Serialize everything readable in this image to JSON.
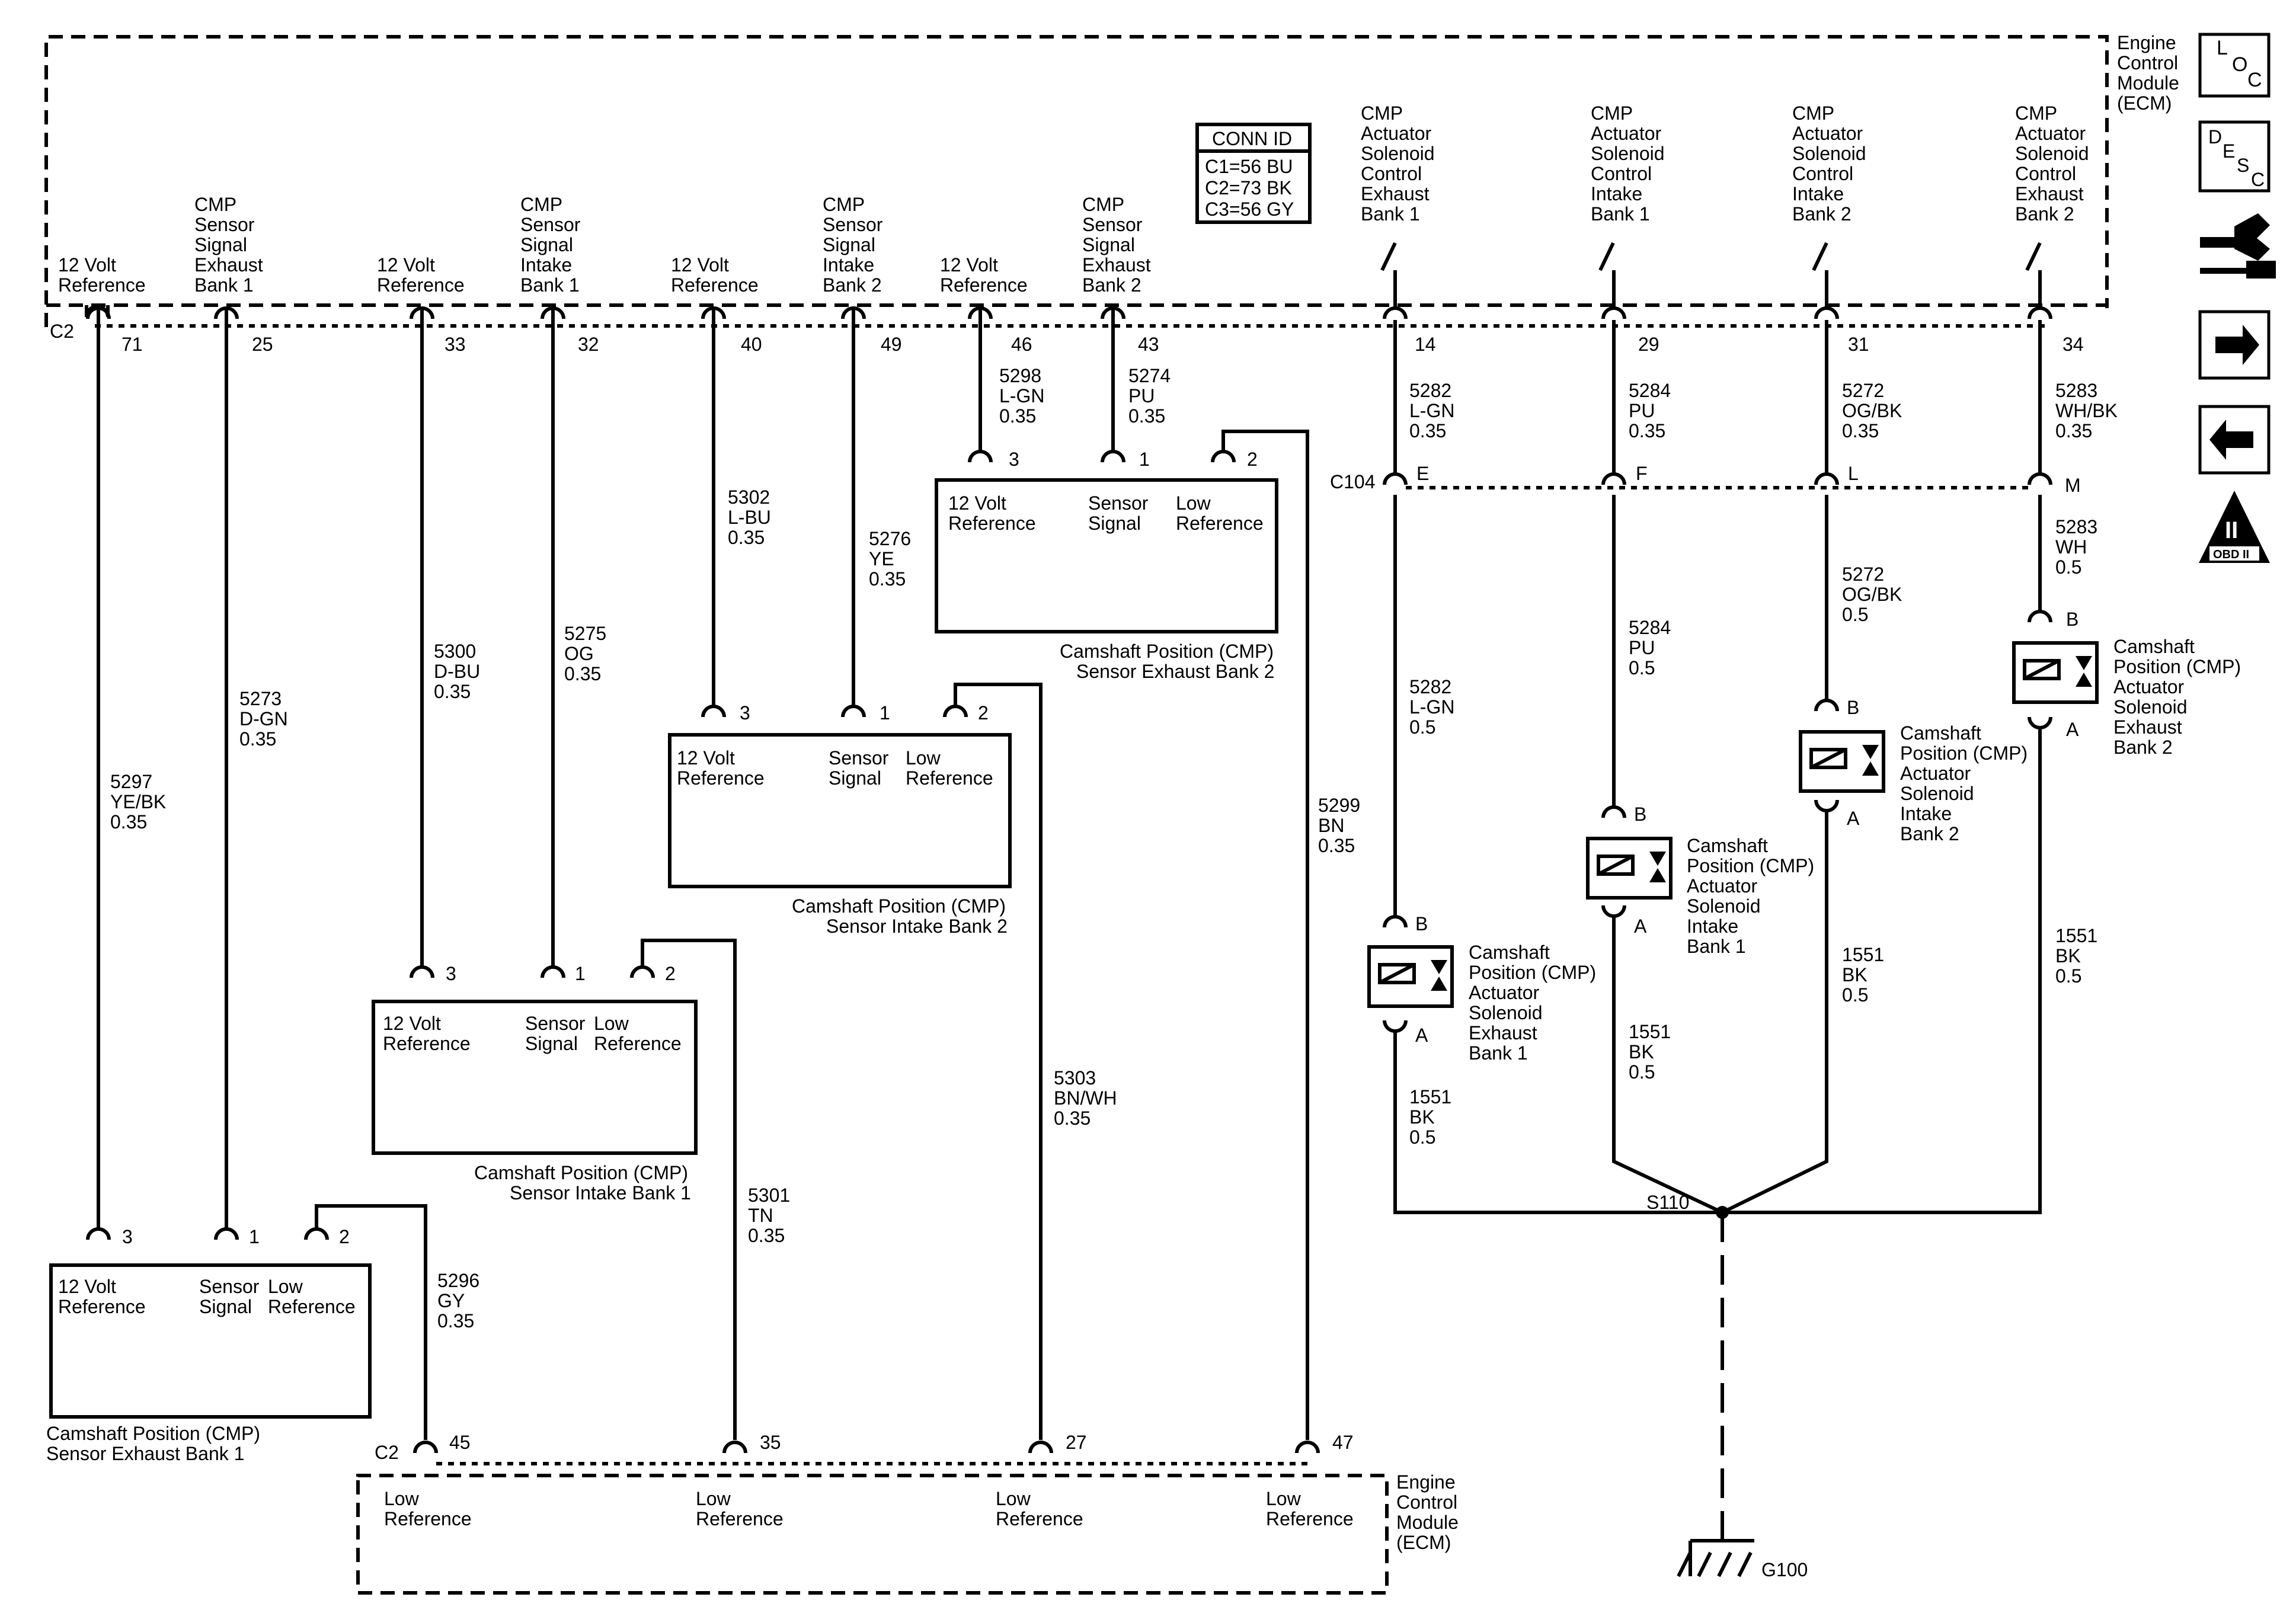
{
  "ecm_top": {
    "title": [
      "Engine",
      "Control",
      "Module",
      "(ECM)"
    ],
    "connector": "C2",
    "pins": [
      {
        "name": [
          "12 Volt",
          "Reference"
        ],
        "pin": "71"
      },
      {
        "name": [
          "CMP",
          "Sensor",
          "Signal",
          "Exhaust",
          "Bank 1"
        ],
        "pin": "25"
      },
      {
        "name": [
          "12 Volt",
          "Reference"
        ],
        "pin": "33"
      },
      {
        "name": [
          "CMP",
          "Sensor",
          "Signal",
          "Intake",
          "Bank 1"
        ],
        "pin": "32"
      },
      {
        "name": [
          "12 Volt",
          "Reference"
        ],
        "pin": "40"
      },
      {
        "name": [
          "CMP",
          "Sensor",
          "Signal",
          "Intake",
          "Bank 2"
        ],
        "pin": "49"
      },
      {
        "name": [
          "12 Volt",
          "Reference"
        ],
        "pin": "46"
      },
      {
        "name": [
          "CMP",
          "Sensor",
          "Signal",
          "Exhaust",
          "Bank 2"
        ],
        "pin": "43"
      },
      {
        "name": [
          "CMP",
          "Actuator",
          "Solenoid",
          "Control",
          "Exhaust",
          "Bank 1"
        ],
        "pin": "14"
      },
      {
        "name": [
          "CMP",
          "Actuator",
          "Solenoid",
          "Control",
          "Intake",
          "Bank 1"
        ],
        "pin": "29"
      },
      {
        "name": [
          "CMP",
          "Actuator",
          "Solenoid",
          "Control",
          "Intake",
          "Bank 2"
        ],
        "pin": "31"
      },
      {
        "name": [
          "CMP",
          "Actuator",
          "Solenoid",
          "Control",
          "Exhaust",
          "Bank 2"
        ],
        "pin": "34"
      }
    ]
  },
  "conn_id": {
    "title": "CONN ID",
    "rows": [
      "C1=56 BU",
      "C2=73 BK",
      "C3=56 GY"
    ]
  },
  "ecm_bottom": {
    "title": [
      "Engine",
      "Control",
      "Module",
      "(ECM)"
    ],
    "connector": "C2",
    "pins": [
      {
        "name": [
          "Low",
          "Reference"
        ],
        "pin": "45"
      },
      {
        "name": [
          "Low",
          "Reference"
        ],
        "pin": "35"
      },
      {
        "name": [
          "Low",
          "Reference"
        ],
        "pin": "27"
      },
      {
        "name": [
          "Low",
          "Reference"
        ],
        "pin": "47"
      }
    ]
  },
  "c104": {
    "connector": "C104",
    "pins": [
      "E",
      "F",
      "L",
      "M"
    ]
  },
  "sensors": [
    {
      "caption": [
        "Camshaft Position (CMP)",
        "Sensor Exhaust Bank 2"
      ],
      "pins": [
        {
          "label": [
            "12 Volt",
            "Reference"
          ],
          "pin": "3"
        },
        {
          "label": [
            "Sensor",
            "Signal"
          ],
          "pin": "1"
        },
        {
          "label": [
            "Low",
            "Reference"
          ],
          "pin": "2"
        }
      ]
    },
    {
      "caption": [
        "Camshaft Position (CMP)",
        "Sensor Intake Bank 2"
      ],
      "pins": [
        {
          "label": [
            "12 Volt",
            "Reference"
          ],
          "pin": "3"
        },
        {
          "label": [
            "Sensor",
            "Signal"
          ],
          "pin": "1"
        },
        {
          "label": [
            "Low",
            "Reference"
          ],
          "pin": "2"
        }
      ]
    },
    {
      "caption": [
        "Camshaft Position (CMP)",
        "Sensor Intake Bank 1"
      ],
      "pins": [
        {
          "label": [
            "12 Volt",
            "Reference"
          ],
          "pin": "3"
        },
        {
          "label": [
            "Sensor",
            "Signal"
          ],
          "pin": "1"
        },
        {
          "label": [
            "Low",
            "Reference"
          ],
          "pin": "2"
        }
      ]
    },
    {
      "caption": [
        "Camshaft Position (CMP)",
        "Sensor Exhaust Bank 1"
      ],
      "pins": [
        {
          "label": [
            "12 Volt",
            "Reference"
          ],
          "pin": "3"
        },
        {
          "label": [
            "Sensor",
            "Signal"
          ],
          "pin": "1"
        },
        {
          "label": [
            "Low",
            "Reference"
          ],
          "pin": "2"
        }
      ]
    }
  ],
  "actuators": [
    {
      "caption": [
        "Camshaft",
        "Position (CMP)",
        "Actuator",
        "Solenoid",
        "Exhaust",
        "Bank 1"
      ],
      "pin_b": "B",
      "pin_a": "A"
    },
    {
      "caption": [
        "Camshaft",
        "Position (CMP)",
        "Actuator",
        "Solenoid",
        "Intake",
        "Bank 1"
      ],
      "pin_b": "B",
      "pin_a": "A"
    },
    {
      "caption": [
        "Camshaft",
        "Position (CMP)",
        "Actuator",
        "Solenoid",
        "Intake",
        "Bank 2"
      ],
      "pin_b": "B",
      "pin_a": "A"
    },
    {
      "caption": [
        "Camshaft",
        "Position (CMP)",
        "Actuator",
        "Solenoid",
        "Exhaust",
        "Bank 2"
      ],
      "pin_b": "B",
      "pin_a": "A"
    }
  ],
  "wires": [
    [
      "5297",
      "YE/BK",
      "0.35"
    ],
    [
      "5273",
      "D-GN",
      "0.35"
    ],
    [
      "5300",
      "D-BU",
      "0.35"
    ],
    [
      "5275",
      "OG",
      "0.35"
    ],
    [
      "5302",
      "L-BU",
      "0.35"
    ],
    [
      "5276",
      "YE",
      "0.35"
    ],
    [
      "5298",
      "L-GN",
      "0.35"
    ],
    [
      "5274",
      "PU",
      "0.35"
    ],
    [
      "5296",
      "GY",
      "0.35"
    ],
    [
      "5301",
      "TN",
      "0.35"
    ],
    [
      "5303",
      "BN/WH",
      "0.35"
    ],
    [
      "5299",
      "BN",
      "0.35"
    ],
    [
      "5282",
      "L-GN",
      "0.35"
    ],
    [
      "5284",
      "PU",
      "0.35"
    ],
    [
      "5272",
      "OG/BK",
      "0.35"
    ],
    [
      "5283",
      "WH/BK",
      "0.35"
    ],
    [
      "5282",
      "L-GN",
      "0.5"
    ],
    [
      "5284",
      "PU",
      "0.5"
    ],
    [
      "5272",
      "OG/BK",
      "0.5"
    ],
    [
      "5283",
      "WH",
      "0.5"
    ],
    [
      "1551",
      "BK",
      "0.5"
    ],
    [
      "1551",
      "BK",
      "0.5"
    ],
    [
      "1551",
      "BK",
      "0.5"
    ],
    [
      "1551",
      "BK",
      "0.5"
    ]
  ],
  "splice": "S110",
  "ground": "G100",
  "nav_icons": {
    "loc": [
      "L",
      "O",
      "C"
    ],
    "desc": [
      "D",
      "E",
      "S",
      "C"
    ],
    "obd": [
      "II",
      "OBD II"
    ],
    "names": [
      "loc-icon",
      "desc-icon",
      "harness-icon",
      "forward-arrow-icon",
      "back-arrow-icon",
      "obd-ii-icon"
    ]
  }
}
